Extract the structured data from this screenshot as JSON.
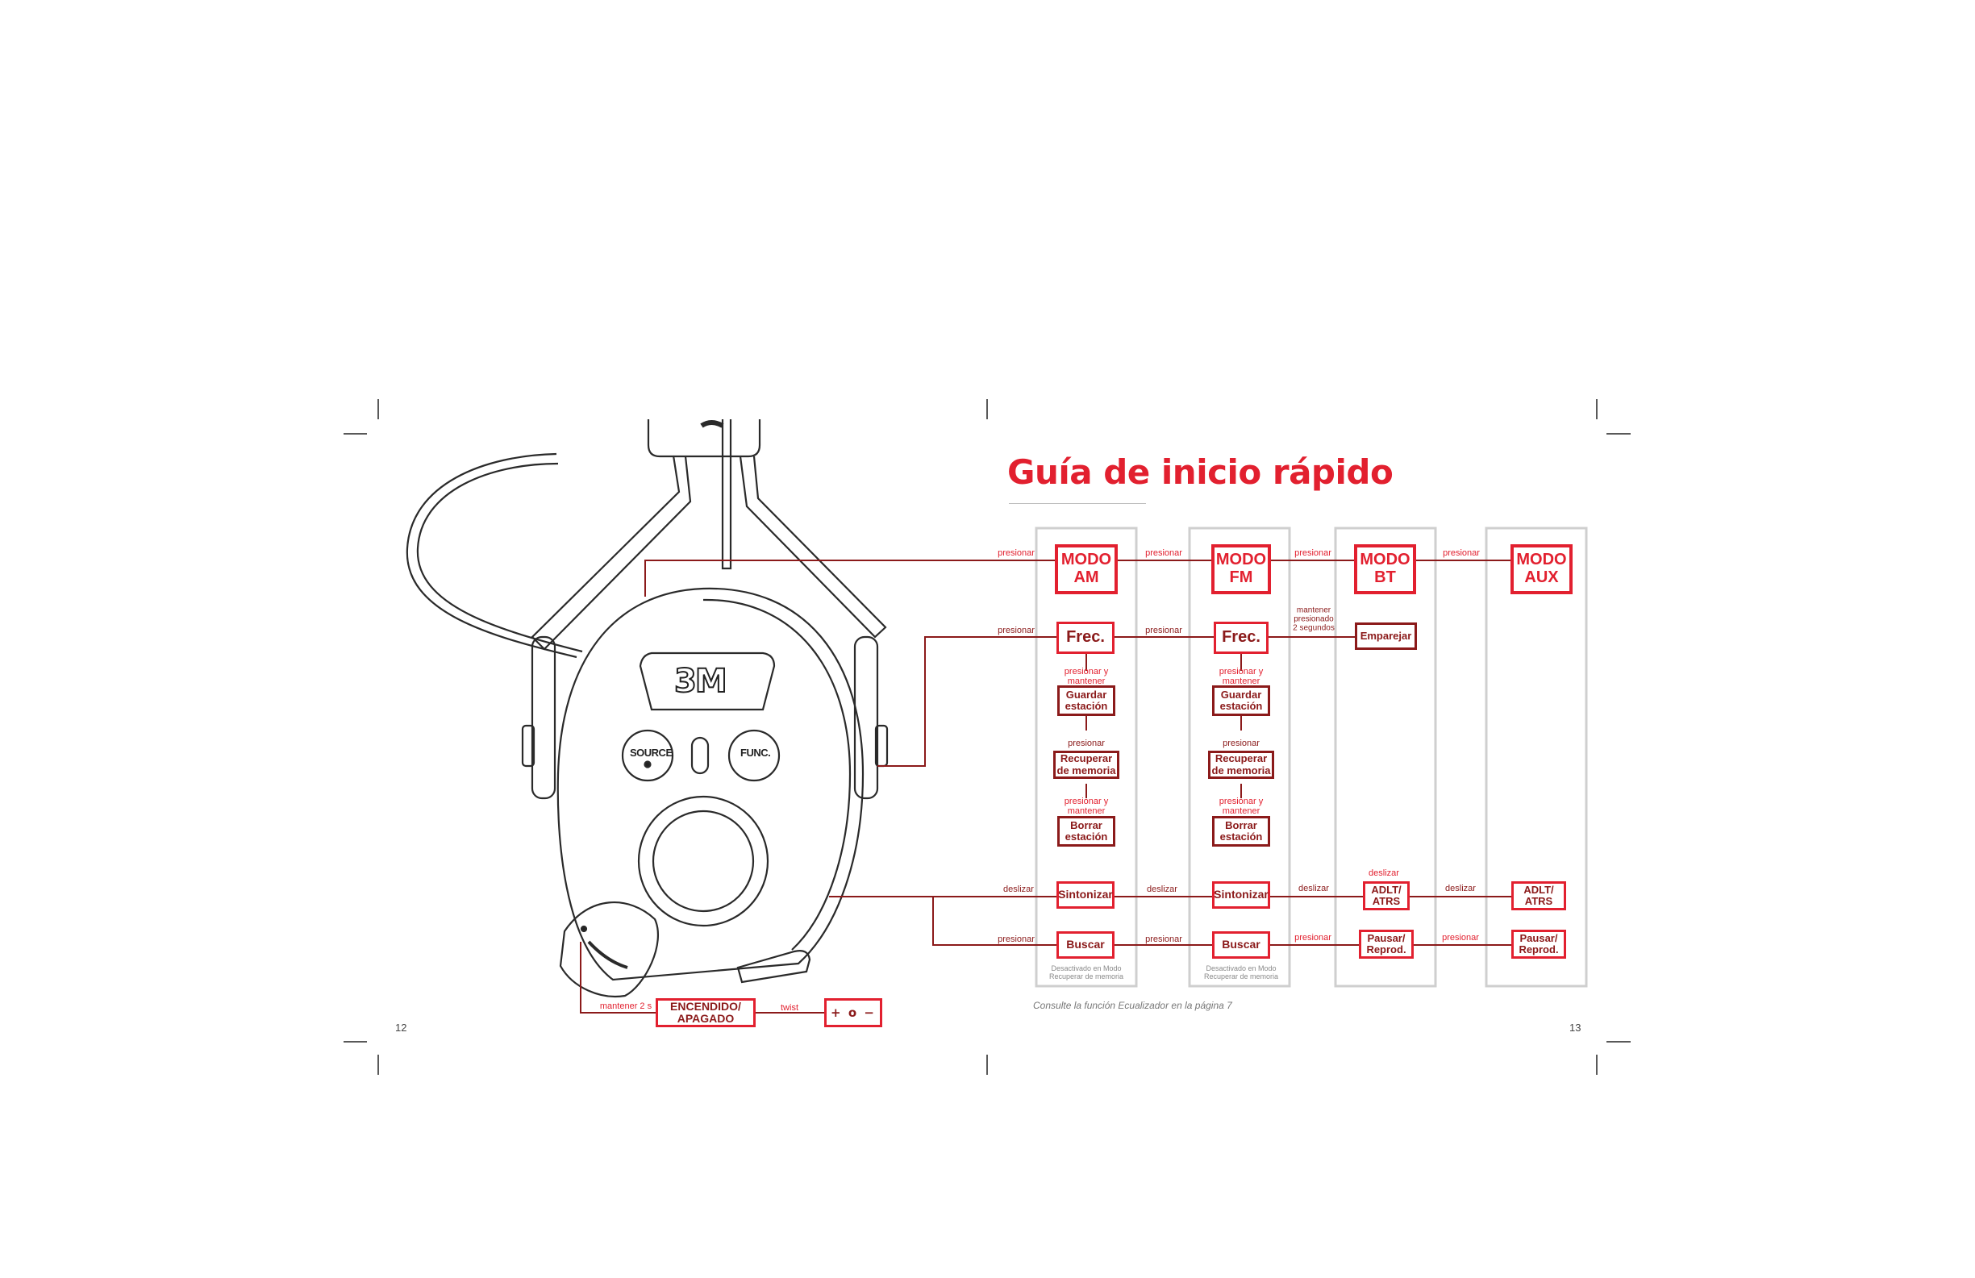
{
  "title": "Guía de inicio rápido",
  "page_left": "12",
  "page_right": "13",
  "reference_note": "Consulte la función Ecualizador en la página 7",
  "device": {
    "brand_label": "3M",
    "source_button": "SOURCE",
    "func_button": "FUNC."
  },
  "modes": {
    "am": "MODO\nAM",
    "fm": "MODO\nFM",
    "bt": "MODO\nBT",
    "aux": "MODO\nAUX"
  },
  "functions": {
    "frec": "Frec.",
    "guardar": "Guardar\nestación",
    "recuperar": "Recuperar\nde memoria",
    "borrar": "Borrar\nestación",
    "sintonizar": "Sintonizar",
    "buscar": "Buscar",
    "emparejar": "Emparejar",
    "adlt": "ADLT/\nATRS",
    "pausar": "Pausar/\nReprod.",
    "encendido": "ENCENDIDO/\nAPAGADO",
    "rocker": "+ o −"
  },
  "actions": {
    "presionar": "presionar",
    "presionar_mantener": "presionar y\nmantener",
    "deslizar": "deslizar",
    "mantener_2s": "mantener 2 s",
    "twist": "twist",
    "mantener_presionado": "mantener\npresionado\n2 segundos"
  },
  "disabled_note": "Desactivado en Modo\nRecuperar de memoria",
  "colors": {
    "accent": "#e2202f",
    "dark_red": "#8b1a1a",
    "line_gray": "#cfcfcf"
  }
}
